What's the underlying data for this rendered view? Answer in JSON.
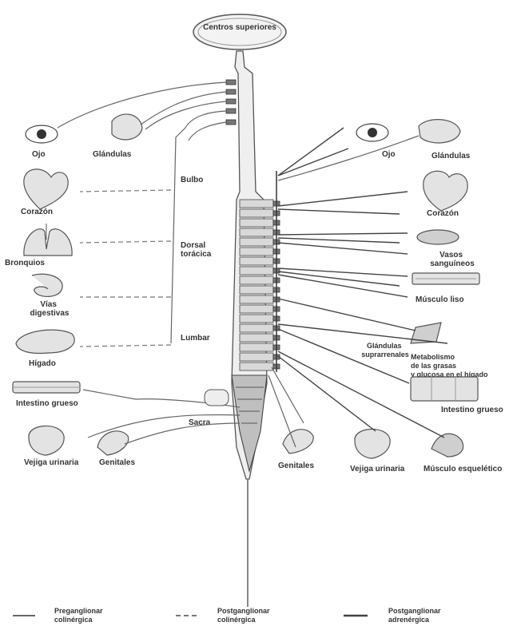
{
  "diagram": {
    "center_title": "Centros superiores",
    "spine_regions": {
      "cranial": "Bulbo",
      "thoracic": "Dorsal\ntorácica",
      "lumbar": "Lumbar",
      "sacral": "Sacra"
    },
    "left_organs": {
      "eye": "Ojo",
      "glands": "Glándulas",
      "heart": "Corazón",
      "bronchi": "Bronquios",
      "digestive": "Vías\ndigestivas",
      "liver": "Hígado",
      "intestine": "Intestino\ngrueso",
      "bladder": "Vejiga\nurinaria",
      "genitals": "Genitales"
    },
    "right_organs": {
      "eye": "Ojo",
      "glands": "Glándulas",
      "heart": "Corazón",
      "vessels": "Vasos\nsanguíneos",
      "hair": "Músculo liso",
      "adrenal": "Glándulas\nsuprarrenales",
      "metabolism": "Metabolismo\nde las grasas\ny glucosa en el hígado",
      "intestine": "Intestino\ngrueso",
      "genitals": "Genitales",
      "bladder": "Vejiga\nurinaria",
      "sweat": "Músculo\nesquelético"
    },
    "legend": [
      "Preganglionar\ncolinérgica",
      "Postganglionar\ncolinérgica",
      "Postganglionar\nadrenérgica"
    ]
  }
}
